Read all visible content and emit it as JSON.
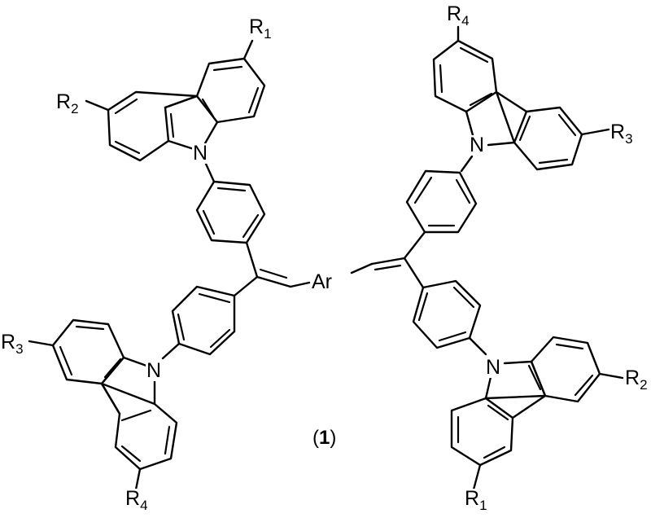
{
  "diagram": {
    "type": "chemical-structure",
    "compound_label": {
      "open": "(",
      "number": "1",
      "close": ")"
    },
    "core": {
      "label": "Ar"
    },
    "nitrogen_label": "N",
    "substituents": {
      "top_left_carbazole": {
        "upper": {
          "letter": "R",
          "sub": "1"
        },
        "left": {
          "letter": "R",
          "sub": "2"
        }
      },
      "top_right_carbazole": {
        "upper": {
          "letter": "R",
          "sub": "4"
        },
        "right": {
          "letter": "R",
          "sub": "3"
        }
      },
      "bottom_left_carbazole": {
        "left": {
          "letter": "R",
          "sub": "3"
        },
        "lower": {
          "letter": "R",
          "sub": "4"
        }
      },
      "bottom_right_carbazole": {
        "right": {
          "letter": "R",
          "sub": "2"
        },
        "lower": {
          "letter": "R",
          "sub": "1"
        }
      }
    },
    "description": "Ar core bearing two 2,2-diarylvinyl arms; each aryl is a para-phenylene linked to the N of a 3,6-disubstituted carbazole"
  }
}
